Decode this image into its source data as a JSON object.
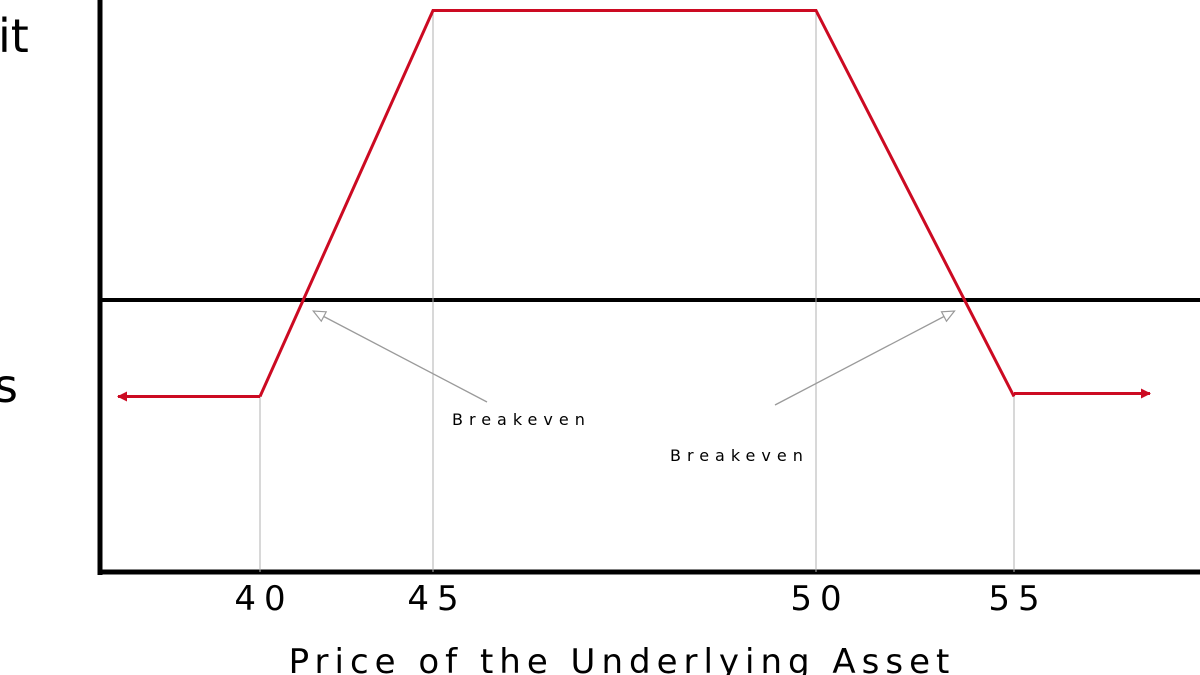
{
  "chart_data": {
    "type": "line",
    "title": "",
    "ylabel_top": "it",
    "ylabel_bottom": "s",
    "xlabel": "Price of the Underlying Asset",
    "x": [
      40,
      45,
      50,
      55
    ],
    "x_tick_labels": [
      "40",
      "45",
      "50",
      "55"
    ],
    "series": [
      {
        "points": [
          [
            40,
            -1
          ],
          [
            45,
            3
          ],
          [
            50,
            3
          ],
          [
            55,
            -1
          ]
        ],
        "extends_left": true,
        "extends_right": true
      }
    ],
    "breakevens": [
      41.25,
      53.75
    ],
    "annotations": [
      {
        "text": "Breakeven",
        "points_to": 41.25
      },
      {
        "text": "Breakeven",
        "points_to": 53.75
      }
    ],
    "grid": false,
    "colors": {
      "payoff": "#cc0a22",
      "axis": "#000000",
      "guide": "#b0b0b0",
      "arrow": "#9a9a9a"
    }
  }
}
